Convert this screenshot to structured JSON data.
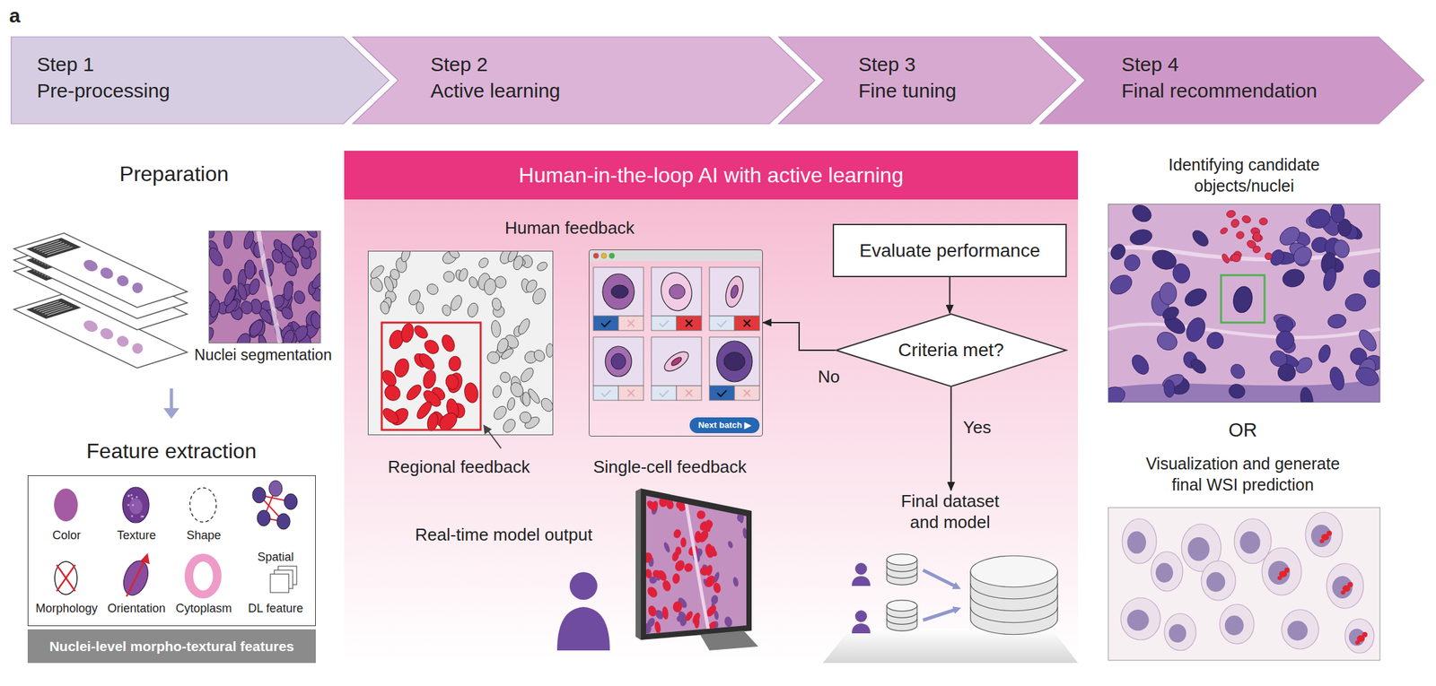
{
  "diagram": {
    "nodes": [
      {
        "text": [
          "Step 1",
          "Pre-processing"
        ]
      },
      {
        "text": [
          "Step 2",
          "Active learning"
        ]
      },
      {
        "text": [
          "Step 3",
          "Fine tuning"
        ]
      },
      {
        "text": [
          "Step 4",
          "Final recommendation"
        ]
      },
      {
        "text": [
          "Color",
          "Texture",
          "Shape",
          "Spatial",
          "Morphology",
          "Orientation",
          "Cytoplasm",
          "DL feature"
        ]
      },
      {
        "text": [
          "Nuclei-level morpho-textural features"
        ]
      },
      {
        "text": [
          "Human-in-the-loop AI with active learning"
        ]
      },
      {
        "text": [
          "Regional feedback"
        ],
        "in": 6
      },
      {
        "text": [
          "Single-cell feedback"
        ],
        "in": 6
      },
      {
        "text": [
          "Next batch ▶"
        ],
        "in": 8
      },
      {
        "text": [
          "Evaluate performance"
        ],
        "in": 6
      },
      {
        "text": [
          "Criteria met?"
        ],
        "in": 6
      },
      {
        "text": [
          "Final dataset and model"
        ],
        "in": 6
      }
    ],
    "edges": [
      {
        "from": 10,
        "to": 11,
        "arrow": "to"
      },
      {
        "from": 11,
        "to": 8,
        "label": "No",
        "arrow": "to"
      },
      {
        "from": 11,
        "to": 12,
        "label": "Yes",
        "arrow": "to"
      }
    ],
    "labels": [
      "a",
      "Preparation",
      "Nuclei segmentation",
      "Feature extraction",
      "Human feedback",
      "Real-time model output",
      "Identifying candidate objects/nuclei",
      "OR",
      "Visualization and generate final WSI prediction"
    ]
  }
}
